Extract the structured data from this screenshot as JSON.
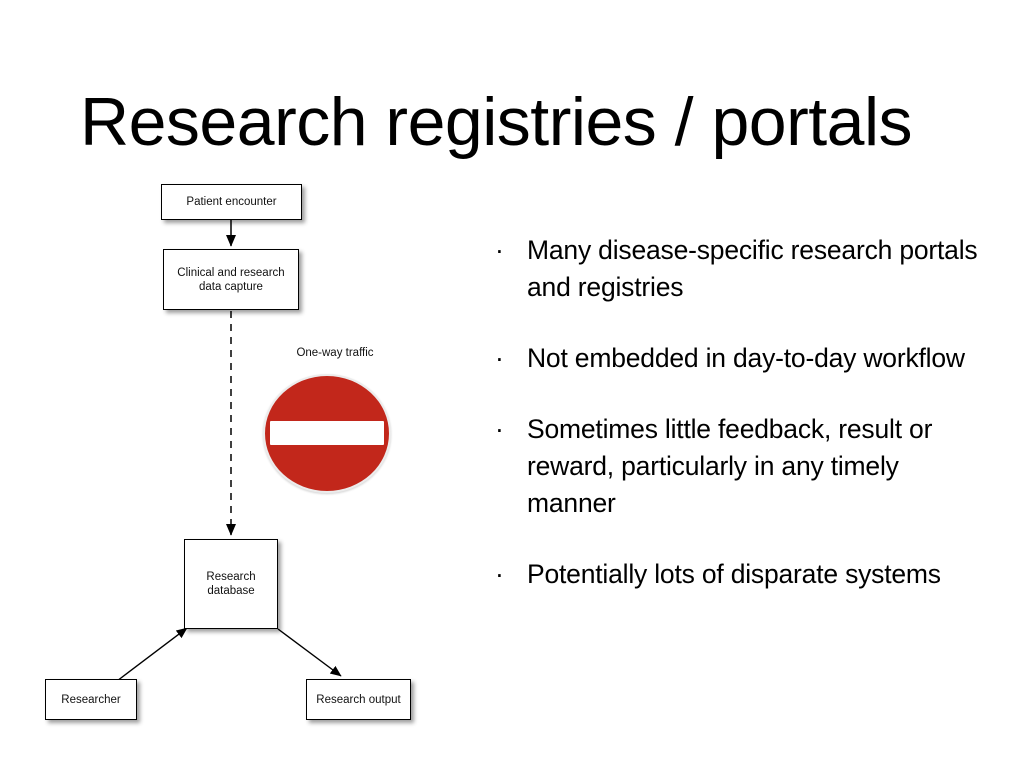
{
  "slide": {
    "title": "Research registries / portals",
    "background_color": "#ffffff",
    "text_color": "#000000"
  },
  "diagram": {
    "nodes": [
      {
        "id": "patient-encounter",
        "label": "Patient encounter"
      },
      {
        "id": "data-capture",
        "label": "Clinical and research\ndata capture",
        "line1": "Clinical and research",
        "line2": "data capture"
      },
      {
        "id": "research-database",
        "label": "Research\ndatabase",
        "line1": "Research",
        "line2": "database"
      },
      {
        "id": "researcher",
        "label": "Researcher"
      },
      {
        "id": "research-output",
        "label": "Research output"
      }
    ],
    "annotation": {
      "one_way_label": "One-way traffic",
      "sign": "no-entry-sign",
      "sign_color": "#C2271B",
      "sign_bar_color": "#ffffff"
    },
    "edges": [
      {
        "from": "patient-encounter",
        "to": "data-capture",
        "style": "solid",
        "direction": "down"
      },
      {
        "from": "data-capture",
        "to": "research-database",
        "style": "dashed",
        "direction": "down"
      },
      {
        "from": "researcher",
        "to": "research-database",
        "style": "solid",
        "direction": "up-right"
      },
      {
        "from": "research-database",
        "to": "research-output",
        "style": "solid",
        "direction": "down-right"
      }
    ]
  },
  "bullets": [
    {
      "marker": "·",
      "text": "Many disease-specific research portals and registries"
    },
    {
      "marker": "·",
      "text": "Not embedded in day-to-day workflow"
    },
    {
      "marker": "·",
      "text": "Sometimes little feedback, result or reward, particularly in any timely manner"
    },
    {
      "marker": "·",
      "text": "Potentially lots of disparate systems"
    }
  ]
}
